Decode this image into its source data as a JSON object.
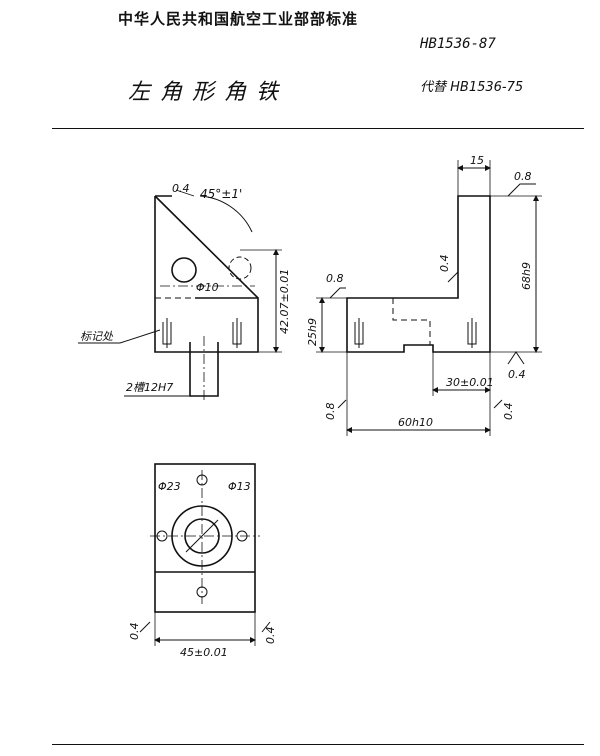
{
  "header": {
    "organization": "中华人民共和国航空工业部部标准",
    "standard_number": "HB1536-87",
    "title": "左角形角铁",
    "replaces": "代替 HB1536-75"
  },
  "drawing": {
    "front_view": {
      "angle_note": "45°±1'",
      "chamfer_note": "0.4",
      "hole_diameter": "Φ10",
      "height_dim": "42.07±0.01",
      "slot_note": "2槽12H7",
      "callout_label": "标记处"
    },
    "side_view": {
      "top_width": "15",
      "surface_finish_top": "0.8",
      "height_total": "68h9",
      "left_height": "25h9",
      "finish_left": "0.8",
      "finish_vertical": "0.4",
      "finish_right": "0.4",
      "offset_dim": "30±0.01",
      "finish_bottom_left": "0.8",
      "finish_bottom_right": "0.4",
      "width_dim": "60h10"
    },
    "top_view": {
      "outer_diameter": "Φ23",
      "inner_diameter": "Φ13",
      "finish_left": "0.4",
      "finish_right": "0.4",
      "width_dim": "45±0.01"
    }
  }
}
